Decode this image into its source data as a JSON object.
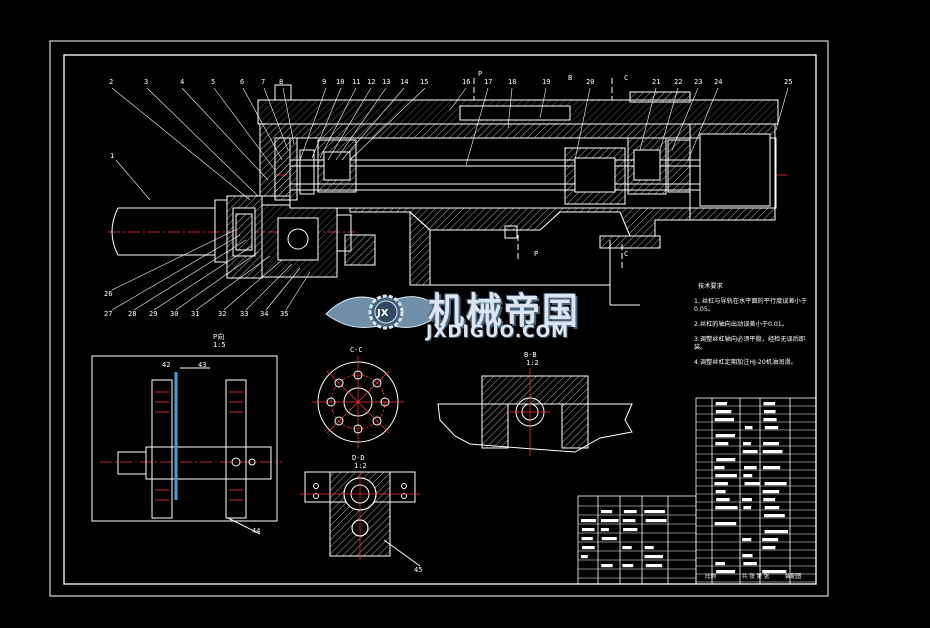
{
  "drawing": {
    "colors": {
      "background": "#000000",
      "outline": "#ffffff",
      "centerline": "#ff3030",
      "hatch": "#d8d8d8",
      "leader": "#ffffff",
      "watermark_fill": "#dbe6f0",
      "watermark_shadow": "#45637c"
    },
    "part_numbers_top": [
      "2",
      "3",
      "4",
      "5",
      "6",
      "7",
      "8",
      "9",
      "10",
      "11",
      "12",
      "13",
      "14",
      "15",
      "16",
      "17",
      "18",
      "19",
      "20",
      "21",
      "22",
      "23",
      "24",
      "25"
    ],
    "part_number_left": "1",
    "part_numbers_bottom": [
      "26",
      "27",
      "28",
      "29",
      "30",
      "31",
      "32",
      "33",
      "34",
      "35"
    ],
    "part_numbers_detail": [
      "42",
      "43",
      "44",
      "45"
    ],
    "section_markers": [
      "P",
      "B",
      "C",
      "P",
      "C"
    ],
    "view_titles": {
      "p_view": "P向",
      "p_scale": "1:5",
      "cc": "C-C",
      "bb": "B-B",
      "bb_scale": "1:2",
      "dd": "D-D",
      "dd_scale": "1:2"
    }
  },
  "tech_notes": {
    "title": "技术要求",
    "items": [
      "1. 丝杠与导轨在水平面的平行度误差小于0.05。",
      "2.丝杠的轴向出动误差小于0.01。",
      "3.调整丝杠轴向必须平稳，经检无误后即装。",
      "4.调整丝杠定期加注HJ-20机油润滑。"
    ]
  },
  "title_block": {
    "text": [
      "装配图",
      "比例",
      "共 张 第 张"
    ]
  },
  "watermark": {
    "cn": "机械帝国",
    "en": "JXDIGUO.COM",
    "badge": "JX",
    "icon": "gear-wing-logo-icon"
  }
}
